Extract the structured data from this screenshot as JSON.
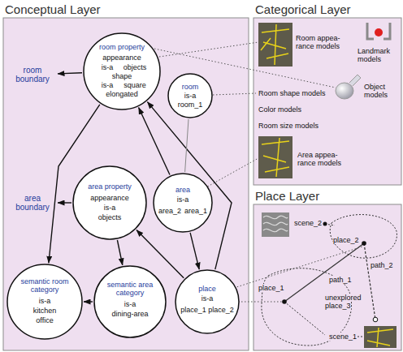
{
  "diagram": {
    "nodes": [
      {
        "text": [
          "Conceptual Layer"
        ]
      },
      {
        "text": [
          "room boundary"
        ],
        "in": 0
      },
      {
        "text": [
          "room property",
          "appearance",
          "is-a",
          "objects",
          "shape",
          "is-a",
          "square",
          "elongated"
        ],
        "in": 0
      },
      {
        "text": [
          "room",
          "is-a",
          "room_1"
        ],
        "in": 0
      },
      {
        "text": [
          "area boundary"
        ],
        "in": 0
      },
      {
        "text": [
          "area property",
          "appearance",
          "is-a",
          "objects"
        ],
        "in": 0
      },
      {
        "text": [
          "area",
          "is-a",
          "area_2",
          "area_1"
        ],
        "in": 0
      },
      {
        "text": [
          "semantic room category",
          "is-a",
          "kitchen",
          "office"
        ],
        "in": 0
      },
      {
        "text": [
          "semantic area category",
          "is-a",
          "dining-area"
        ],
        "in": 0
      },
      {
        "text": [
          "place",
          "is-a",
          "place_1",
          "place_2"
        ],
        "in": 0
      },
      {
        "text": [
          "Categorical Layer"
        ]
      },
      {
        "text": [
          "Place Layer"
        ]
      }
    ],
    "edges": [
      {
        "from": 2,
        "to": 1,
        "arrow": "to"
      },
      {
        "from": 5,
        "to": 4,
        "arrow": "to"
      },
      {
        "from": 2,
        "to": 7,
        "arrow": "to"
      },
      {
        "from": 5,
        "to": 8,
        "arrow": "to"
      },
      {
        "from": 8,
        "to": 7,
        "arrow": "to"
      },
      {
        "from": 6,
        "to": 2,
        "arrow": "to"
      },
      {
        "from": 6,
        "to": 9,
        "arrow": "to"
      },
      {
        "from": 9,
        "to": 5,
        "arrow": "to"
      },
      {
        "from": 9,
        "to": 2,
        "arrow": "to"
      },
      {
        "from": 3,
        "to": 6,
        "arrow": "none"
      }
    ],
    "labels": [
      "Room appea- rance models",
      "Landmark models",
      "Object models",
      "Room shape models",
      "Color models",
      "Room size models",
      "Area appea- rance models",
      "scene_2",
      "place_2",
      "path_2",
      "path_1",
      "unexplored place_3",
      "place_1",
      "scene_1"
    ]
  }
}
